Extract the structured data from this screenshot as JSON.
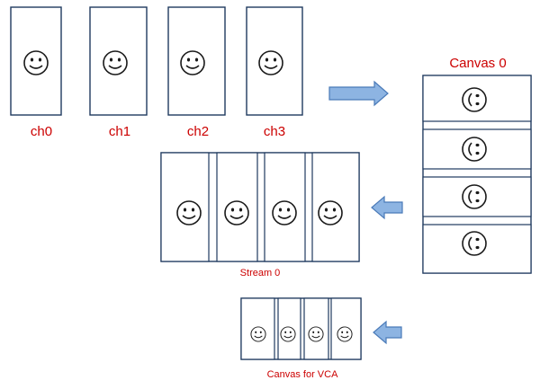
{
  "channels": [
    {
      "label": "ch0"
    },
    {
      "label": "ch1"
    },
    {
      "label": "ch2"
    },
    {
      "label": "ch3"
    }
  ],
  "canvas": {
    "label": "Canvas 0",
    "slots": 4
  },
  "stream": {
    "label": "Stream 0",
    "slots": 4
  },
  "vca_canvas": {
    "label": "Canvas for VCA",
    "slots": 4
  },
  "colors": {
    "frame_stroke": "#1f3a5f",
    "label_red": "#cc0000",
    "arrow_fill": "#8db4e2",
    "arrow_stroke": "#4a7ab8",
    "face": "#1a1a1a"
  },
  "icons": {
    "face": "smiley-face-icon",
    "face_rotated": "smiley-face-rotated-icon",
    "arrow_right": "arrow-right-icon",
    "arrow_left": "arrow-left-icon"
  }
}
